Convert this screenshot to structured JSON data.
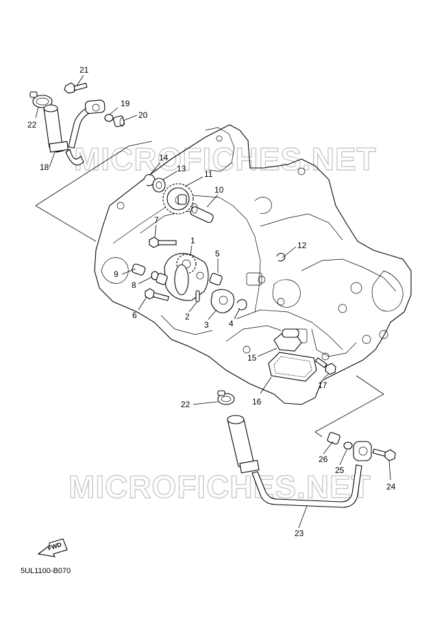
{
  "watermarks": [
    "MICROFICHES.NET",
    "MICROFICHES.NET"
  ],
  "diagram_code": "5UL1100-B070",
  "fwd_label": "FWD",
  "callouts": [
    {
      "id": "1",
      "label": "1"
    },
    {
      "id": "2",
      "label": "2"
    },
    {
      "id": "3",
      "label": "3"
    },
    {
      "id": "4",
      "label": "4"
    },
    {
      "id": "5",
      "label": "5"
    },
    {
      "id": "6",
      "label": "6"
    },
    {
      "id": "7",
      "label": "7"
    },
    {
      "id": "8",
      "label": "8"
    },
    {
      "id": "9",
      "label": "9"
    },
    {
      "id": "10",
      "label": "10"
    },
    {
      "id": "11",
      "label": "11"
    },
    {
      "id": "12",
      "label": "12"
    },
    {
      "id": "13",
      "label": "13"
    },
    {
      "id": "14",
      "label": "14"
    },
    {
      "id": "15",
      "label": "15"
    },
    {
      "id": "16",
      "label": "16"
    },
    {
      "id": "17",
      "label": "17"
    },
    {
      "id": "19",
      "label": "19"
    },
    {
      "id": "20",
      "label": "20"
    },
    {
      "id": "21",
      "label": "21"
    },
    {
      "id": "22a",
      "label": "22"
    },
    {
      "id": "18",
      "label": "18"
    },
    {
      "id": "22b",
      "label": "22"
    },
    {
      "id": "23",
      "label": "23"
    },
    {
      "id": "24",
      "label": "24"
    },
    {
      "id": "25",
      "label": "25"
    },
    {
      "id": "26",
      "label": "26"
    }
  ]
}
